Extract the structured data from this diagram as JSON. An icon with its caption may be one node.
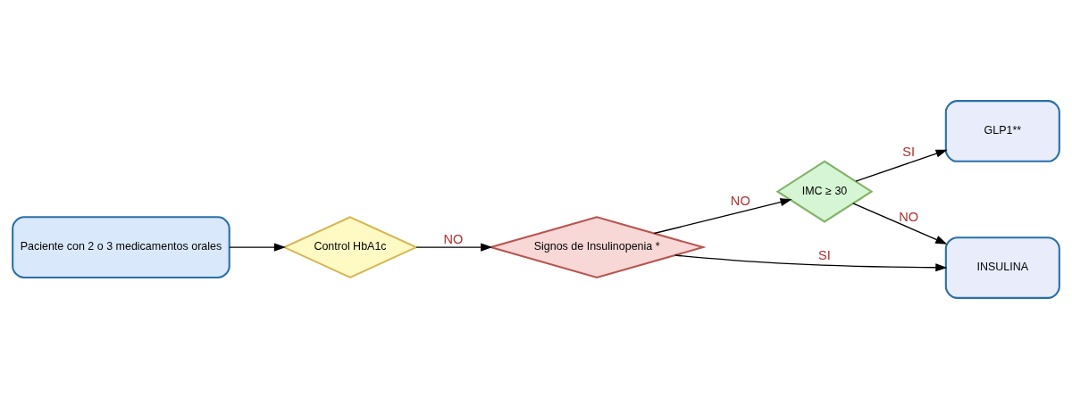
{
  "diagram": {
    "nodes": [
      {
        "text": [
          "Paciente con 2 o 3 medicamentos orales"
        ]
      },
      {
        "text": [
          "Control HbA1c"
        ]
      },
      {
        "text": [
          "Signos de Insulinopenia *"
        ]
      },
      {
        "text": [
          "IMC ≥ 30"
        ]
      },
      {
        "text": [
          "GLP1**"
        ]
      },
      {
        "text": [
          "INSULINA"
        ]
      }
    ],
    "edges": [
      {
        "from": 0,
        "to": 1,
        "arrow": "to"
      },
      {
        "from": 1,
        "to": 2,
        "arrow": "to",
        "label": "NO"
      },
      {
        "from": 2,
        "to": 3,
        "arrow": "to",
        "label": "NO"
      },
      {
        "from": 3,
        "to": 4,
        "arrow": "to",
        "label": "SI"
      },
      {
        "from": 3,
        "to": 5,
        "arrow": "to",
        "label": "NO"
      },
      {
        "from": 2,
        "to": 5,
        "arrow": "to",
        "label": "SI"
      }
    ]
  }
}
